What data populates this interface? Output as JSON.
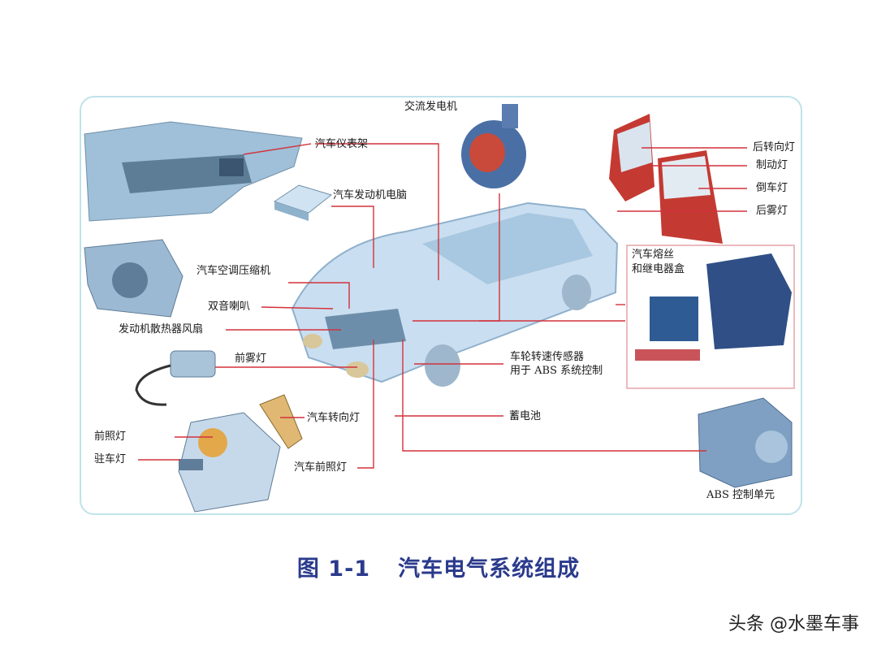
{
  "labels": {
    "alternator": "交流发电机",
    "dashboard": "汽车仪表架",
    "ecu": "汽车发动机电脑",
    "ac_compressor": "汽车空调压缩机",
    "horn": "双音喇叭",
    "radiator_fan": "发动机散热器风扇",
    "front_fog": "前雾灯",
    "turn_signal": "汽车转向灯",
    "headlight_low": "前照灯",
    "parking_light": "驻车灯",
    "headlight_assembly": "汽车前照灯",
    "rear_turn": "后转向灯",
    "brake_light": "制动灯",
    "reverse_light": "倒车灯",
    "rear_fog": "后雾灯",
    "fuse_box_1": "汽车熔丝",
    "fuse_box_2": "和继电器盒",
    "wheel_sensor_1": "车轮转速传感器",
    "wheel_sensor_2": "用于 ABS 系统控制",
    "battery": "蓄电池",
    "abs_unit": "ABS 控制单元"
  },
  "caption": {
    "number": "图 1-1",
    "title": "汽车电气系统组成"
  },
  "watermark": "头条 @水墨车事",
  "colors": {
    "leader_line": "#d2323c",
    "panel_border": "#bfe3ea",
    "caption": "#2a3a8c",
    "car_body": "#b9d6ec"
  }
}
